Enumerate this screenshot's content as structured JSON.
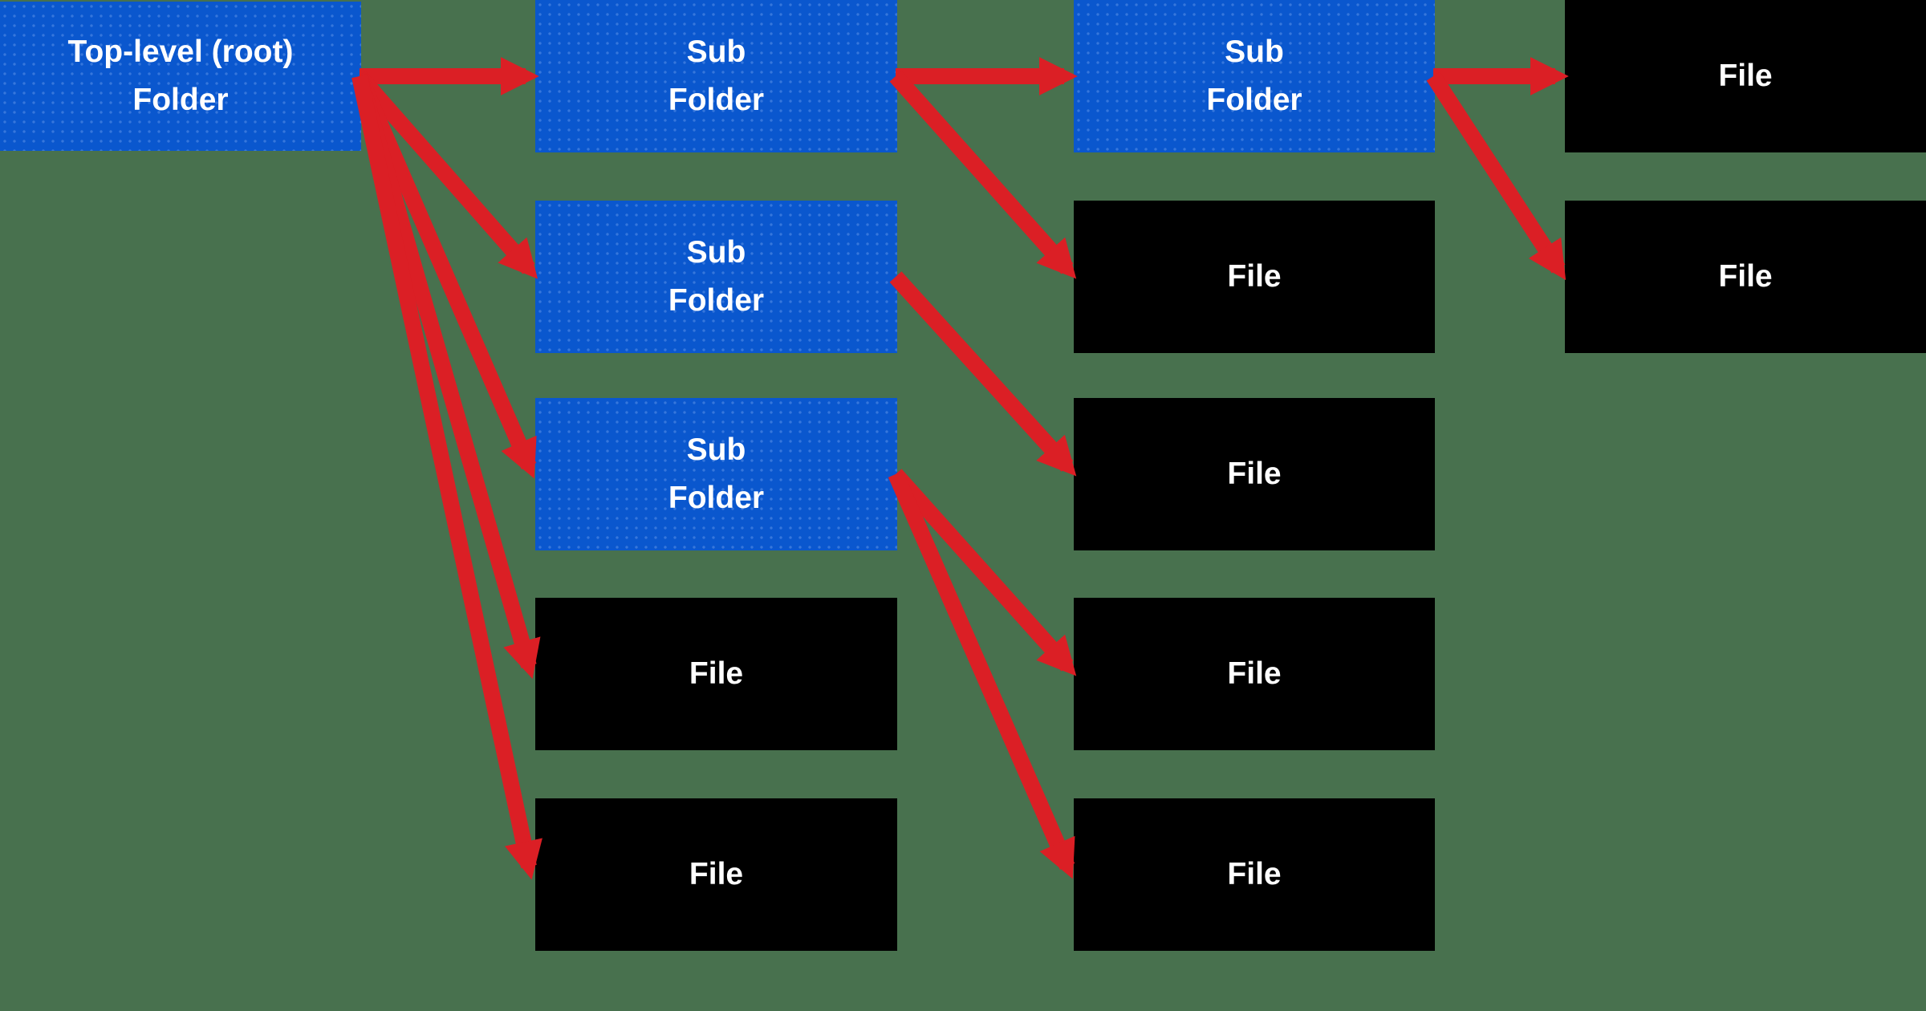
{
  "diagram": {
    "title": "Folder hierarchy diagram",
    "colors": {
      "background": "#48714E",
      "folder_fill": "#0A57CE",
      "file_fill": "#000000",
      "arrow": "#DB1F25",
      "text": "#FFFFFF"
    },
    "nodes": [
      {
        "id": "root",
        "kind": "folder",
        "lines": [
          "Top-level (root)",
          "Folder"
        ]
      },
      {
        "id": "sub1",
        "kind": "folder",
        "lines": [
          "Sub",
          "Folder"
        ]
      },
      {
        "id": "sub2",
        "kind": "folder",
        "lines": [
          "Sub",
          "Folder"
        ]
      },
      {
        "id": "sub3",
        "kind": "folder",
        "lines": [
          "Sub",
          "Folder"
        ]
      },
      {
        "id": "file24",
        "kind": "file",
        "lines": [
          "File"
        ]
      },
      {
        "id": "file25",
        "kind": "file",
        "lines": [
          "File"
        ]
      },
      {
        "id": "sub4",
        "kind": "folder",
        "lines": [
          "Sub",
          "Folder"
        ]
      },
      {
        "id": "file32",
        "kind": "file",
        "lines": [
          "File"
        ]
      },
      {
        "id": "file33",
        "kind": "file",
        "lines": [
          "File"
        ]
      },
      {
        "id": "file34",
        "kind": "file",
        "lines": [
          "File"
        ]
      },
      {
        "id": "file35",
        "kind": "file",
        "lines": [
          "File"
        ]
      },
      {
        "id": "file41",
        "kind": "file",
        "lines": [
          "File"
        ]
      },
      {
        "id": "file42",
        "kind": "file",
        "lines": [
          "File"
        ]
      }
    ],
    "edges": [
      {
        "from": "root",
        "to": "sub1"
      },
      {
        "from": "root",
        "to": "sub2"
      },
      {
        "from": "root",
        "to": "sub3"
      },
      {
        "from": "root",
        "to": "file24"
      },
      {
        "from": "root",
        "to": "file25"
      },
      {
        "from": "sub1",
        "to": "sub4"
      },
      {
        "from": "sub1",
        "to": "file32"
      },
      {
        "from": "sub2",
        "to": "file33"
      },
      {
        "from": "sub3",
        "to": "file34"
      },
      {
        "from": "sub3",
        "to": "file35"
      },
      {
        "from": "sub4",
        "to": "file41"
      },
      {
        "from": "sub4",
        "to": "file42"
      }
    ]
  }
}
